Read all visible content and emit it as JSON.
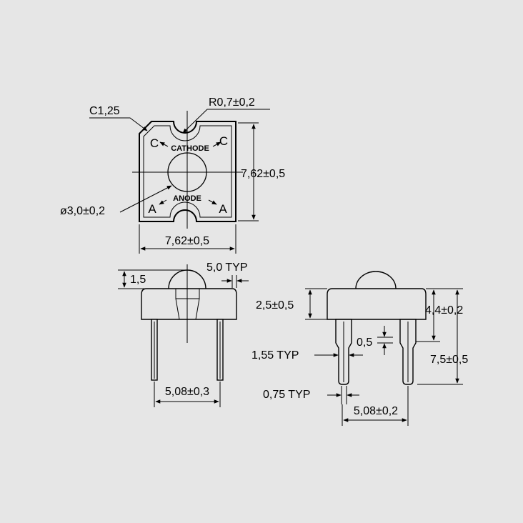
{
  "colors": {
    "background": "#e6e6e6",
    "line": "#000000"
  },
  "top_view": {
    "chamfer": "C1,25",
    "notch_radius": "R0,7±0,2",
    "cathode_label": "CATHODE",
    "anode_label": "ANODE",
    "cathode_pin_left": "C",
    "cathode_pin_right": "C",
    "anode_pin_left": "A",
    "anode_pin_right": "A",
    "lens_diameter": "ø3,0±0,2",
    "height_dim": "7,62±0,5",
    "width_dim": "7,62±0,5"
  },
  "side_view_left": {
    "dome_height": "1,5",
    "edge_offset": "5,0 TYP",
    "pin_pitch": "5,08±0,3"
  },
  "side_view_right": {
    "body_height": "2,5±0,5",
    "total_height": "4,4±0,2",
    "lead_offset": "0,5",
    "lead_width": "1,55 TYP",
    "lead_length": "7,5±0,5",
    "lead_thickness": "0,75 TYP",
    "pin_pitch": "5,08±0,2"
  }
}
